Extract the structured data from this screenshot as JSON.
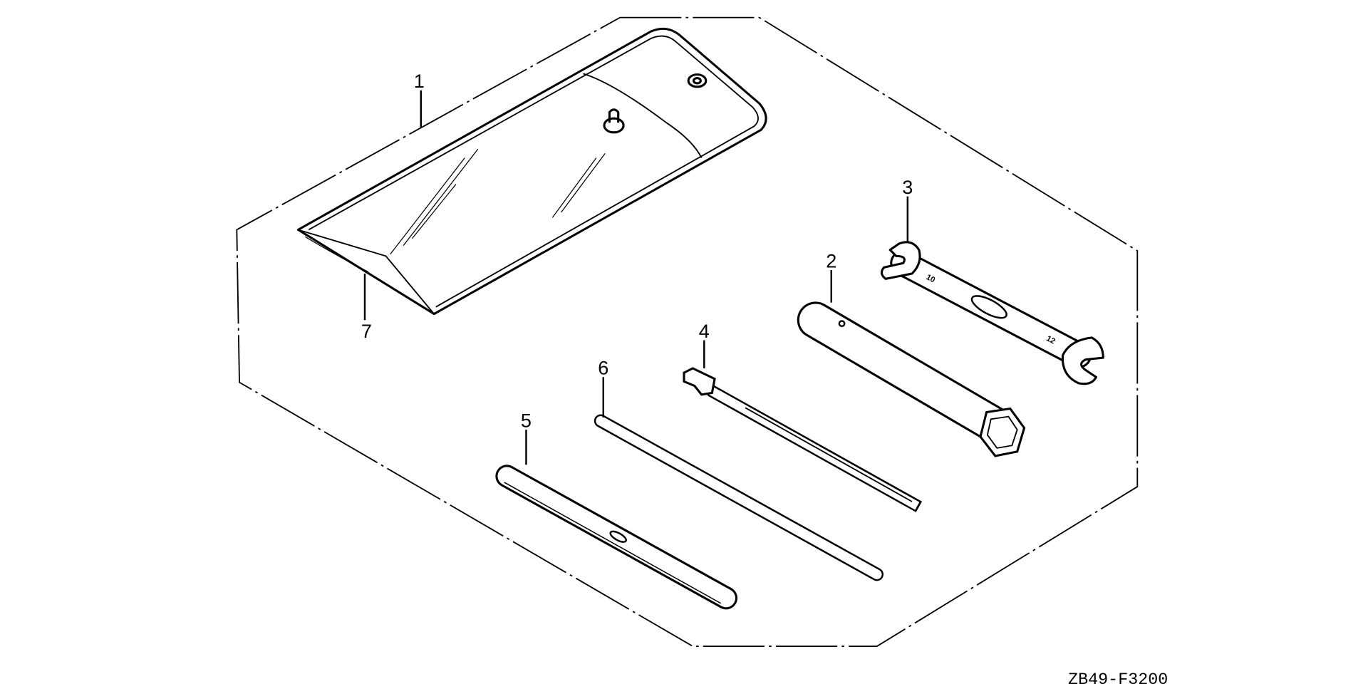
{
  "diagram": {
    "code": "ZB49-F3200",
    "callouts": [
      {
        "id": "1",
        "part": "tool-bag"
      },
      {
        "id": "2",
        "part": "plug-wrench"
      },
      {
        "id": "3",
        "part": "open-end-wrench"
      },
      {
        "id": "4",
        "part": "screwdriver"
      },
      {
        "id": "5",
        "part": "lever-handle"
      },
      {
        "id": "6",
        "part": "rod"
      },
      {
        "id": "7",
        "part": "tool-bag-fold"
      }
    ],
    "wrench_sizes": [
      "10",
      "12"
    ],
    "colors": {
      "line": "#000000",
      "background": "#ffffff"
    }
  }
}
